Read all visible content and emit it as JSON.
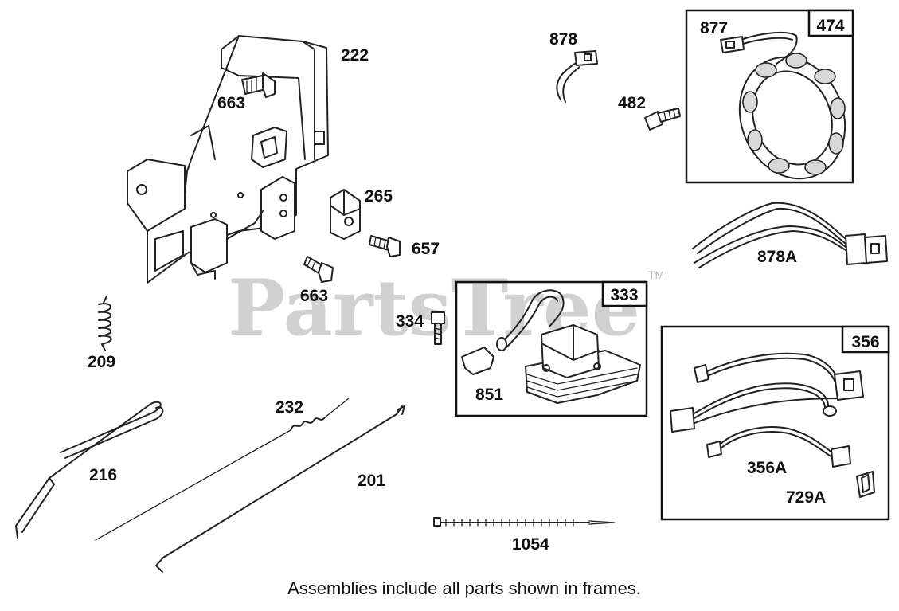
{
  "watermark": {
    "text": "PartsTree",
    "trademark": "TM"
  },
  "footer_note": "Assemblies include all parts shown in frames.",
  "parts": {
    "p222": "222",
    "p663a": "663",
    "p265": "265",
    "p657": "657",
    "p663b": "663",
    "p209": "209",
    "p334": "334",
    "p232": "232",
    "p216": "216",
    "p201": "201",
    "p1054": "1054",
    "p878": "878",
    "p482": "482",
    "p878A": "878A",
    "p851": "851",
    "p877": "877",
    "p356A": "356A",
    "p729A": "729A"
  },
  "frames": {
    "f474": "474",
    "f333": "333",
    "f356": "356"
  }
}
